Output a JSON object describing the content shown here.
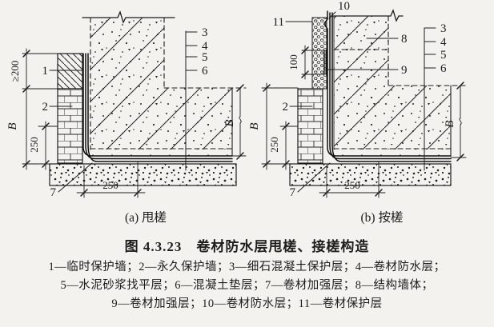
{
  "title": "图 4.3.23　卷材防水层甩槎、接槎构造",
  "legend_lines": [
    "1—临时保护墙；2—永久保护墙；3—细石混凝土保护层；4—卷材防水层；",
    "5—水泥砂浆找平层；6—混凝土垫层；7—卷材加强层；8—结构墙体；",
    "9—卷材加强层；10—卷材防水层；11—卷材保护层"
  ],
  "diagram_a": {
    "caption": "(a) 甩槎",
    "callout_1": "1",
    "callout_2": "2",
    "callout_3": "3",
    "callout_4": "4",
    "callout_5": "5",
    "callout_6": "6",
    "callout_7": "7",
    "dim_top": "≥200",
    "dim_wall": "B",
    "dim_lap_v": "250",
    "dim_lap_h": "250",
    "dim_right": "B"
  },
  "diagram_b": {
    "caption": "(b) 按槎",
    "callout_2": "2",
    "callout_3": "3",
    "callout_4": "4",
    "callout_5": "5",
    "callout_6": "6",
    "callout_7": "7",
    "callout_8": "8",
    "callout_9": "9",
    "callout_10": "10",
    "callout_11": "11",
    "dim_overlap": "100",
    "dim_wall": "B",
    "dim_lap_v": "250",
    "dim_lap_h": "250",
    "dim_right": "B"
  }
}
